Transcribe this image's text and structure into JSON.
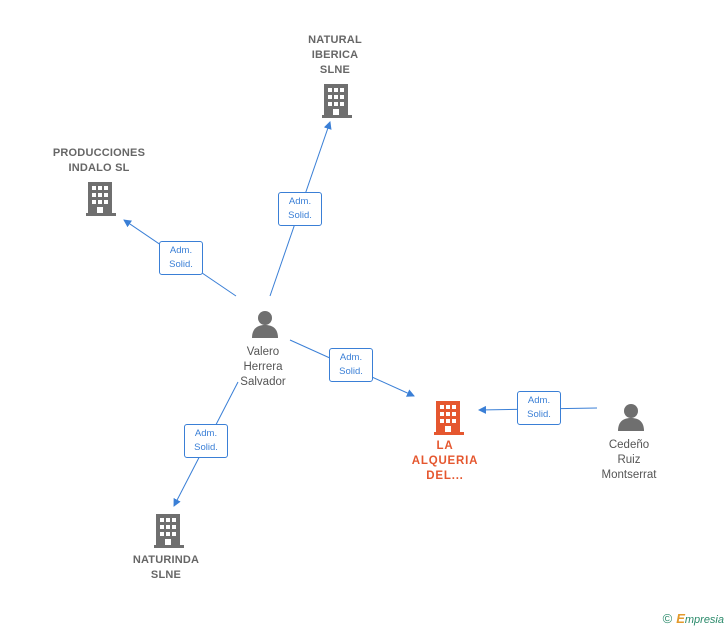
{
  "nodes": {
    "natural_iberica": {
      "lines": [
        "NATURAL",
        "IBERICA",
        "SLNE"
      ]
    },
    "producciones_indalo": {
      "lines": [
        "PRODUCCIONES",
        "INDALO SL"
      ]
    },
    "naturinda": {
      "lines": [
        "NATURINDA",
        "SLNE"
      ]
    },
    "la_alqueria": {
      "lines": [
        "LA",
        "ALQUERIA",
        "DEL..."
      ]
    },
    "valero": {
      "lines": [
        "Valero",
        "Herrera",
        "Salvador"
      ]
    },
    "cedeno": {
      "lines": [
        "Cedeño",
        "Ruiz",
        "Montserrat"
      ]
    }
  },
  "edges": [
    {
      "lines": [
        "Adm.",
        "Solid."
      ]
    },
    {
      "lines": [
        "Adm.",
        "Solid."
      ]
    },
    {
      "lines": [
        "Adm.",
        "Solid."
      ]
    },
    {
      "lines": [
        "Adm.",
        "Solid."
      ]
    },
    {
      "lines": [
        "Adm.",
        "Solid."
      ]
    }
  ],
  "colors": {
    "edge": "#3a7fd6",
    "company": "#6f6f6f",
    "highlight": "#e5572f",
    "person": "#6f6f6f"
  },
  "footer": {
    "copyright": "©",
    "brand_initial": "E",
    "brand_rest": "mpresia"
  }
}
